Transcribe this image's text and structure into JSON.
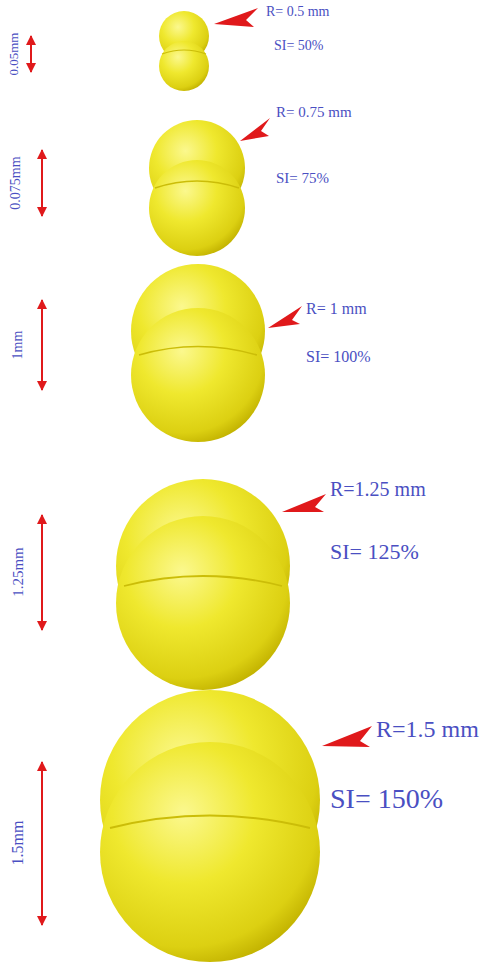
{
  "diagram": {
    "labels": [
      "0.05mm",
      "R= 0.5 mm",
      "SI= 50%",
      "0.075mm",
      "R= 0.75 mm",
      "SI= 75%",
      "1mm",
      "R= 1 mm",
      "SI= 100%",
      "1.25mm",
      "R=1.25 mm",
      "SI= 125%",
      "1.5mm",
      "R=1.5 mm",
      "SI= 150%"
    ]
  }
}
